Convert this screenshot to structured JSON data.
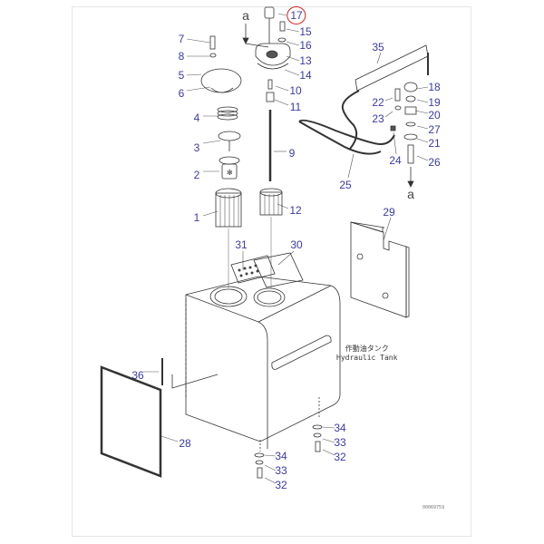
{
  "diagram": {
    "caption_jp": "作動油タンク",
    "caption_en": "Hydraulic Tank",
    "drawing_code": "00069759",
    "highlight_color": "#d42020",
    "label_color": "#3a3aa8",
    "connector_letter": "a",
    "labels": [
      "17",
      "15",
      "16",
      "13",
      "14",
      "10",
      "11",
      "9",
      "12",
      "7",
      "8",
      "5",
      "6",
      "4",
      "3",
      "2",
      "1",
      "35",
      "18",
      "19",
      "20",
      "27",
      "21",
      "26",
      "22",
      "23",
      "24",
      "25",
      "29",
      "31",
      "30",
      "36",
      "28",
      "34",
      "33",
      "32",
      "34",
      "33",
      "32"
    ],
    "highlighted_part": "17"
  }
}
